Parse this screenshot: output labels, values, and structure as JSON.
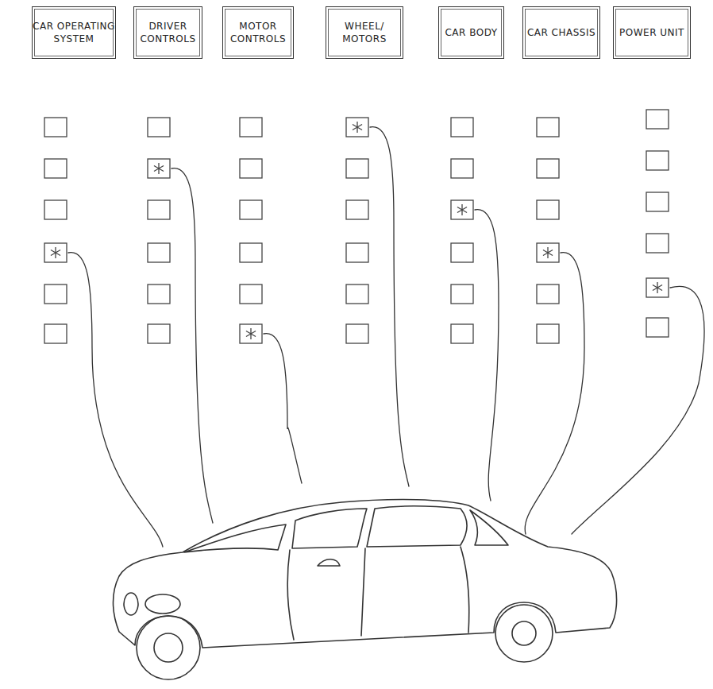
{
  "diagram": {
    "nodes": [
      {
        "text": [
          "CAR OPERATING SYSTEM"
        ]
      },
      {
        "text": [
          "DRIVER CONTROLS"
        ]
      },
      {
        "text": [
          "MOTOR CONTROLS"
        ]
      },
      {
        "text": [
          "WHEEL/ MOTORS"
        ]
      },
      {
        "text": [
          "CAR BODY"
        ]
      },
      {
        "text": [
          "CAR CHASSIS"
        ]
      },
      {
        "text": [
          "POWER UNIT"
        ]
      }
    ]
  }
}
